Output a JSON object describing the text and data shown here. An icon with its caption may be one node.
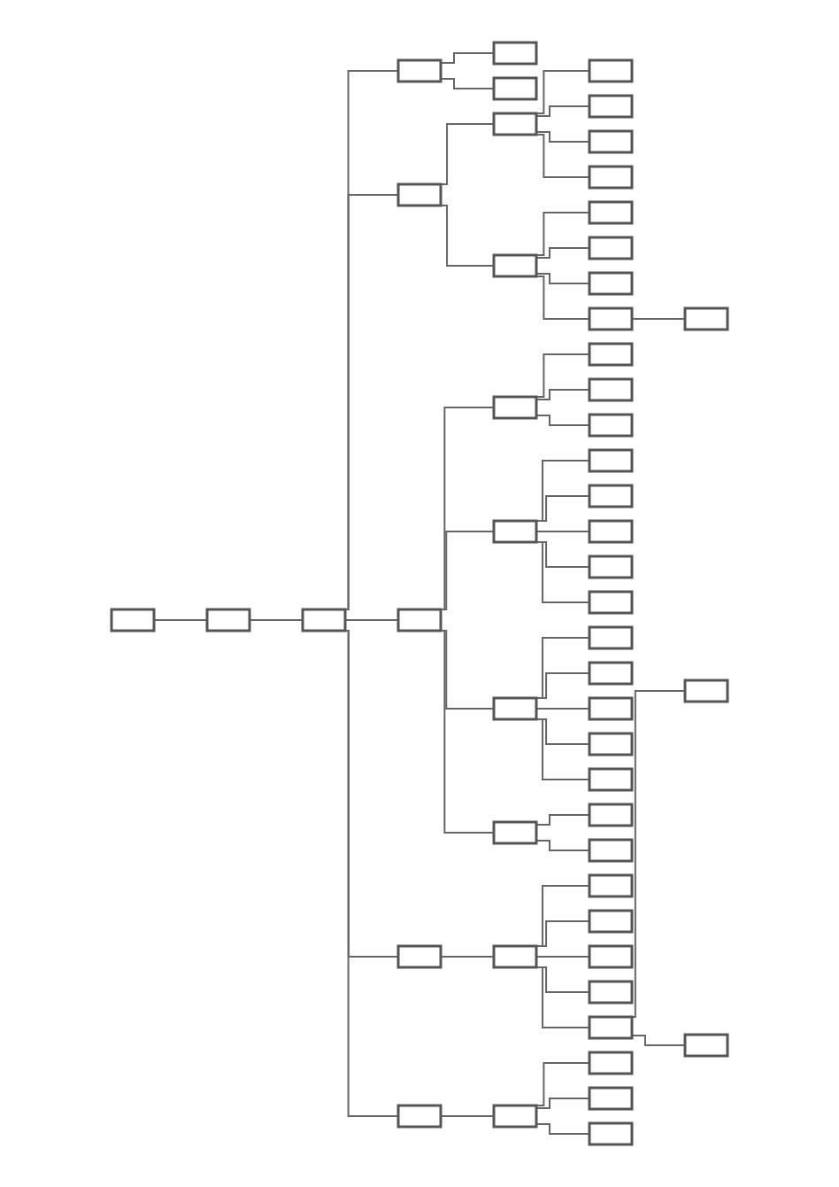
{
  "diagram": {
    "nodes": [
      {
        "text": [],
        "shape": "box"
      },
      {
        "text": [],
        "shape": "box"
      },
      {
        "text": [],
        "shape": "box"
      },
      {
        "text": [],
        "shape": "box"
      },
      {
        "text": [],
        "shape": "box"
      },
      {
        "text": [],
        "shape": "box"
      },
      {
        "text": [],
        "shape": "box"
      },
      {
        "text": [],
        "shape": "box"
      },
      {
        "text": [],
        "shape": "box"
      },
      {
        "text": [],
        "shape": "box"
      },
      {
        "text": [],
        "shape": "box"
      },
      {
        "text": [],
        "shape": "box"
      },
      {
        "text": [],
        "shape": "box"
      },
      {
        "text": [],
        "shape": "box"
      },
      {
        "text": [],
        "shape": "box"
      },
      {
        "text": [],
        "shape": "box"
      },
      {
        "text": [],
        "shape": "box"
      },
      {
        "text": [],
        "shape": "box"
      },
      {
        "text": [],
        "shape": "box"
      },
      {
        "text": [],
        "shape": "box"
      },
      {
        "text": [],
        "shape": "box"
      },
      {
        "text": [],
        "shape": "box"
      },
      {
        "text": [],
        "shape": "box"
      },
      {
        "text": [],
        "shape": "box"
      },
      {
        "text": [],
        "shape": "box"
      },
      {
        "text": [],
        "shape": "box"
      },
      {
        "text": [],
        "shape": "box"
      },
      {
        "text": [],
        "shape": "box"
      },
      {
        "text": [],
        "shape": "box"
      },
      {
        "text": [],
        "shape": "box"
      },
      {
        "text": [],
        "shape": "box"
      },
      {
        "text": [],
        "shape": "box"
      },
      {
        "text": [],
        "shape": "box"
      },
      {
        "text": [],
        "shape": "box"
      },
      {
        "text": [],
        "shape": "box"
      },
      {
        "text": [],
        "shape": "box"
      },
      {
        "text": [],
        "shape": "box"
      },
      {
        "text": [],
        "shape": "box"
      },
      {
        "text": [],
        "shape": "box"
      },
      {
        "text": [],
        "shape": "box"
      },
      {
        "text": [],
        "shape": "box"
      },
      {
        "text": [],
        "shape": "box"
      },
      {
        "text": [],
        "shape": "box"
      },
      {
        "text": [],
        "shape": "box"
      },
      {
        "text": [],
        "shape": "box"
      },
      {
        "text": [],
        "shape": "box"
      },
      {
        "text": [],
        "shape": "box"
      },
      {
        "text": [],
        "shape": "box"
      },
      {
        "text": [],
        "shape": "box"
      },
      {
        "text": [],
        "shape": "box"
      },
      {
        "text": [],
        "shape": "box"
      },
      {
        "text": [],
        "shape": "box"
      }
    ],
    "edges": [
      {
        "from": 0,
        "to": 1,
        "arrow": "none"
      },
      {
        "from": 1,
        "to": 2,
        "arrow": "none"
      },
      {
        "from": 2,
        "to": 3,
        "arrow": "none"
      },
      {
        "from": 2,
        "to": 6,
        "arrow": "none"
      },
      {
        "from": 2,
        "to": 18,
        "arrow": "none"
      },
      {
        "from": 2,
        "to": 38,
        "arrow": "none"
      },
      {
        "from": 2,
        "to": 47,
        "arrow": "none"
      },
      {
        "from": 3,
        "to": 4,
        "arrow": "none"
      },
      {
        "from": 3,
        "to": 5,
        "arrow": "none"
      },
      {
        "from": 6,
        "to": 7,
        "arrow": "none"
      },
      {
        "from": 7,
        "to": 8,
        "arrow": "none"
      },
      {
        "from": 7,
        "to": 9,
        "arrow": "none"
      },
      {
        "from": 7,
        "to": 10,
        "arrow": "none"
      },
      {
        "from": 7,
        "to": 11,
        "arrow": "none"
      },
      {
        "from": 6,
        "to": 12,
        "arrow": "none"
      },
      {
        "from": 12,
        "to": 13,
        "arrow": "none"
      },
      {
        "from": 12,
        "to": 14,
        "arrow": "none"
      },
      {
        "from": 12,
        "to": 15,
        "arrow": "none"
      },
      {
        "from": 12,
        "to": 16,
        "arrow": "none"
      },
      {
        "from": 16,
        "to": 17,
        "arrow": "none"
      },
      {
        "from": 18,
        "to": 19,
        "arrow": "none"
      },
      {
        "from": 19,
        "to": 20,
        "arrow": "none"
      },
      {
        "from": 19,
        "to": 21,
        "arrow": "none"
      },
      {
        "from": 19,
        "to": 22,
        "arrow": "none"
      },
      {
        "from": 18,
        "to": 23,
        "arrow": "none"
      },
      {
        "from": 23,
        "to": 24,
        "arrow": "none"
      },
      {
        "from": 23,
        "to": 25,
        "arrow": "none"
      },
      {
        "from": 23,
        "to": 26,
        "arrow": "none"
      },
      {
        "from": 23,
        "to": 27,
        "arrow": "none"
      },
      {
        "from": 23,
        "to": 28,
        "arrow": "none"
      },
      {
        "from": 18,
        "to": 29,
        "arrow": "none"
      },
      {
        "from": 29,
        "to": 30,
        "arrow": "none"
      },
      {
        "from": 29,
        "to": 31,
        "arrow": "none"
      },
      {
        "from": 29,
        "to": 32,
        "arrow": "none"
      },
      {
        "from": 29,
        "to": 33,
        "arrow": "none"
      },
      {
        "from": 29,
        "to": 34,
        "arrow": "none"
      },
      {
        "from": 18,
        "to": 35,
        "arrow": "none"
      },
      {
        "from": 35,
        "to": 36,
        "arrow": "none"
      },
      {
        "from": 35,
        "to": 37,
        "arrow": "none"
      },
      {
        "from": 38,
        "to": 39,
        "arrow": "none"
      },
      {
        "from": 39,
        "to": 40,
        "arrow": "none"
      },
      {
        "from": 39,
        "to": 41,
        "arrow": "none"
      },
      {
        "from": 39,
        "to": 42,
        "arrow": "none"
      },
      {
        "from": 39,
        "to": 43,
        "arrow": "none"
      },
      {
        "from": 39,
        "to": 44,
        "arrow": "none"
      },
      {
        "from": 44,
        "to": 45,
        "arrow": "none"
      },
      {
        "from": 44,
        "to": 46,
        "arrow": "none"
      },
      {
        "from": 47,
        "to": 48,
        "arrow": "none"
      },
      {
        "from": 48,
        "to": 49,
        "arrow": "none"
      },
      {
        "from": 48,
        "to": 50,
        "arrow": "none"
      },
      {
        "from": 48,
        "to": 51,
        "arrow": "none"
      }
    ]
  }
}
